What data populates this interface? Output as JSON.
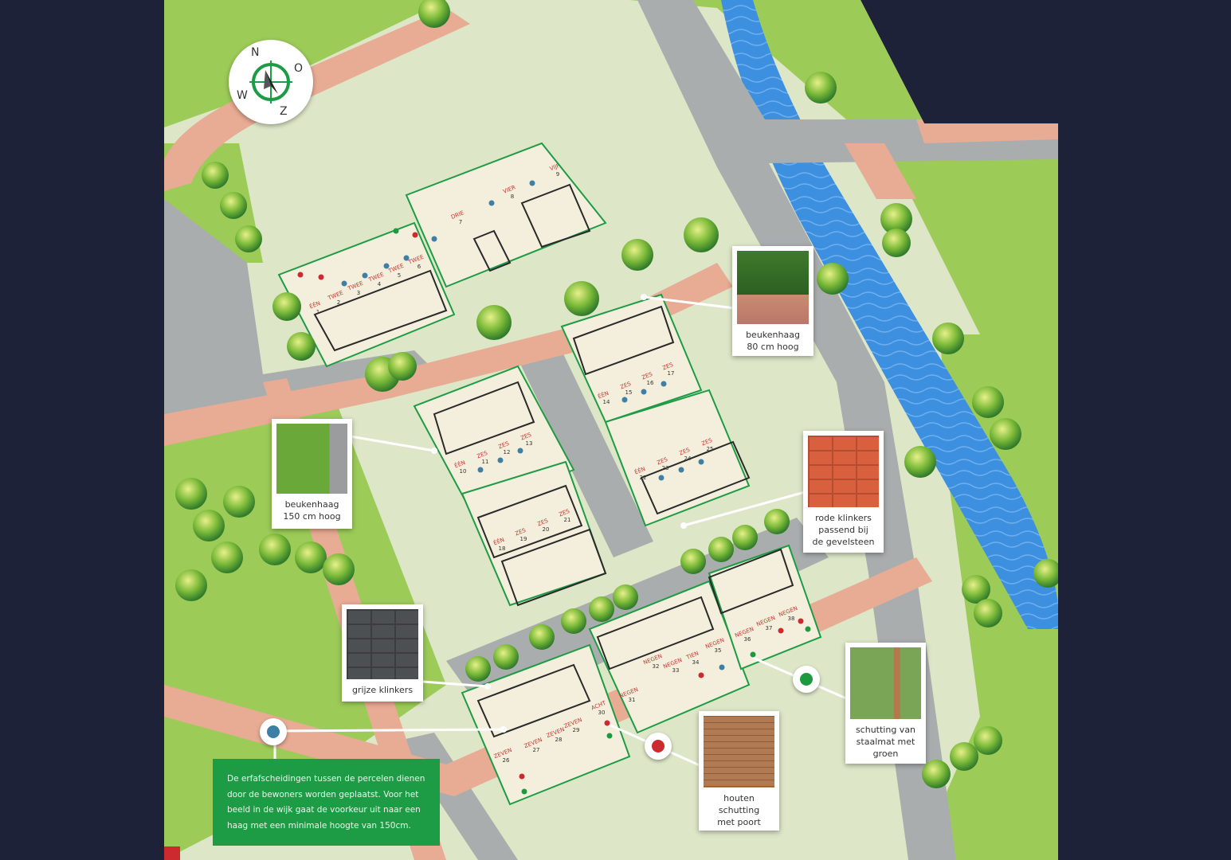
{
  "colors": {
    "background": "#1e2239",
    "grass_light": "#dde6c7",
    "grass_green": "#9ccb58",
    "path_pink": "#e8ab93",
    "road_grey": "#a9adae",
    "water": "#3d8fe0",
    "plot_cream": "#f3efdc",
    "hedge_green": "#1e9b45",
    "plot_label_red": "#c9342e",
    "marker_blue": "#3e7fa6",
    "marker_red": "#cc2a2f",
    "marker_green": "#1d9a3f"
  },
  "compass": {
    "n": "N",
    "o": "O",
    "z": "Z",
    "w": "W",
    "icon": "compass-icon"
  },
  "callouts": {
    "beuken80": {
      "caption": "beukenhaag\n80 cm hoog",
      "icon": "hedge-photo"
    },
    "beuken150": {
      "caption": "beukenhaag\n150 cm hoog",
      "icon": "hedge-photo"
    },
    "rode": {
      "caption": "rode klinkers\npassend bij\nde gevelsteen",
      "icon": "red-brick-swatch"
    },
    "grijze": {
      "caption": "grijze klinkers",
      "icon": "grey-brick-swatch"
    },
    "staalmat": {
      "caption": "schutting van\nstaalmat met\ngroen",
      "icon": "fence-photo"
    },
    "houten": {
      "caption": "houten\nschutting\nmet poort",
      "icon": "wooden-fence-photo"
    }
  },
  "info": {
    "text": "De erfafscheidingen tussen de percelen dienen door de bewoners worden geplaatst. Voor het beeld in de wijk gaat de voorkeur uit naar een haag met een minimale hoogte van 150cm."
  },
  "plots": [
    {
      "label": "ÉÉN",
      "num": "1"
    },
    {
      "label": "TWEE",
      "num": "2"
    },
    {
      "label": "TWEE",
      "num": "3"
    },
    {
      "label": "TWEE",
      "num": "4"
    },
    {
      "label": "TWEE",
      "num": "5"
    },
    {
      "label": "TWEE",
      "num": "6"
    },
    {
      "label": "DRIE",
      "num": "7"
    },
    {
      "label": "VIER",
      "num": "8"
    },
    {
      "label": "VIJF",
      "num": "9"
    },
    {
      "label": "ÉÉN",
      "num": "10"
    },
    {
      "label": "ZES",
      "num": "11"
    },
    {
      "label": "ZES",
      "num": "12"
    },
    {
      "label": "ZES",
      "num": "13"
    },
    {
      "label": "ÉÉN",
      "num": "14"
    },
    {
      "label": "ZES",
      "num": "15"
    },
    {
      "label": "ZES",
      "num": "16"
    },
    {
      "label": "ZES",
      "num": "17"
    },
    {
      "label": "ÉÉN",
      "num": "18"
    },
    {
      "label": "ZES",
      "num": "19"
    },
    {
      "label": "ZES",
      "num": "20"
    },
    {
      "label": "ZES",
      "num": "21"
    },
    {
      "label": "ÉÉN",
      "num": "22"
    },
    {
      "label": "ZES",
      "num": "23"
    },
    {
      "label": "ZES",
      "num": "24"
    },
    {
      "label": "ZES",
      "num": "25"
    },
    {
      "label": "ZEVEN",
      "num": "26"
    },
    {
      "label": "ZEVEN",
      "num": "27"
    },
    {
      "label": "ZEVEN",
      "num": "28"
    },
    {
      "label": "ZEVEN",
      "num": "29"
    },
    {
      "label": "ACHT",
      "num": "30"
    },
    {
      "label": "NEGEN",
      "num": "31"
    },
    {
      "label": "NEGEN",
      "num": "32"
    },
    {
      "label": "NEGEN",
      "num": "33"
    },
    {
      "label": "TIEN",
      "num": "34"
    },
    {
      "label": "NEGEN",
      "num": "35"
    },
    {
      "label": "NEGEN",
      "num": "36"
    },
    {
      "label": "NEGEN",
      "num": "37"
    },
    {
      "label": "NEGEN",
      "num": "38"
    }
  ]
}
